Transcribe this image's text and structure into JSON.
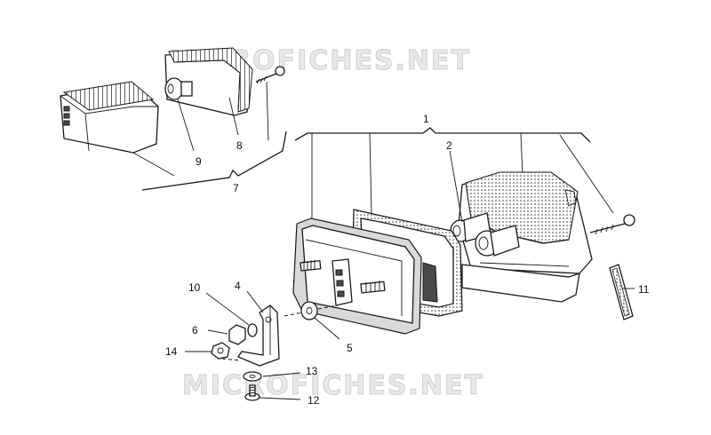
{
  "watermark": {
    "top": "MICROFICHES.NET",
    "bottom": "MICROFICHES.NET"
  },
  "callouts": {
    "c1": "1",
    "c2": "2",
    "c4": "4",
    "c5": "5",
    "c6": "6",
    "c7": "7",
    "c8": "8",
    "c9": "9",
    "c10": "10",
    "c11": "11",
    "c12": "12",
    "c13": "13",
    "c14": "14"
  }
}
